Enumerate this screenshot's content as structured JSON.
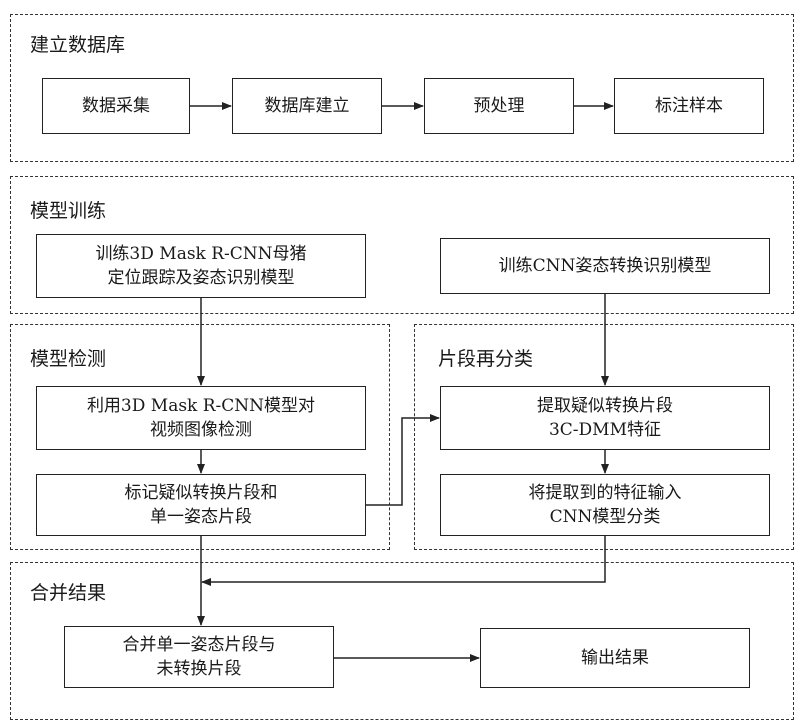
{
  "sections": {
    "database": {
      "title": "建立数据库",
      "boxes": [
        "数据采集",
        "数据库建立",
        "预处理",
        "标注样本"
      ]
    },
    "training": {
      "title": "模型训练",
      "box_left": [
        "训练3D Mask R-CNN母猪",
        "定位跟踪及姿态识别模型"
      ],
      "box_right": "训练CNN姿态转换识别模型"
    },
    "detection": {
      "title": "模型检测",
      "box1": [
        "利用3D Mask R-CNN模型对",
        "视频图像检测"
      ],
      "box2": [
        "标记疑似转换片段和",
        "单一姿态片段"
      ]
    },
    "reclassify": {
      "title": "片段再分类",
      "box1": [
        "提取疑似转换片段",
        "3C-DMM特征"
      ],
      "box2": [
        "将提取到的特征输入",
        "CNN模型分类"
      ]
    },
    "merge": {
      "title": "合并结果",
      "box1": [
        "合并单一姿态片段与",
        "未转换片段"
      ],
      "box2": "输出结果"
    }
  }
}
